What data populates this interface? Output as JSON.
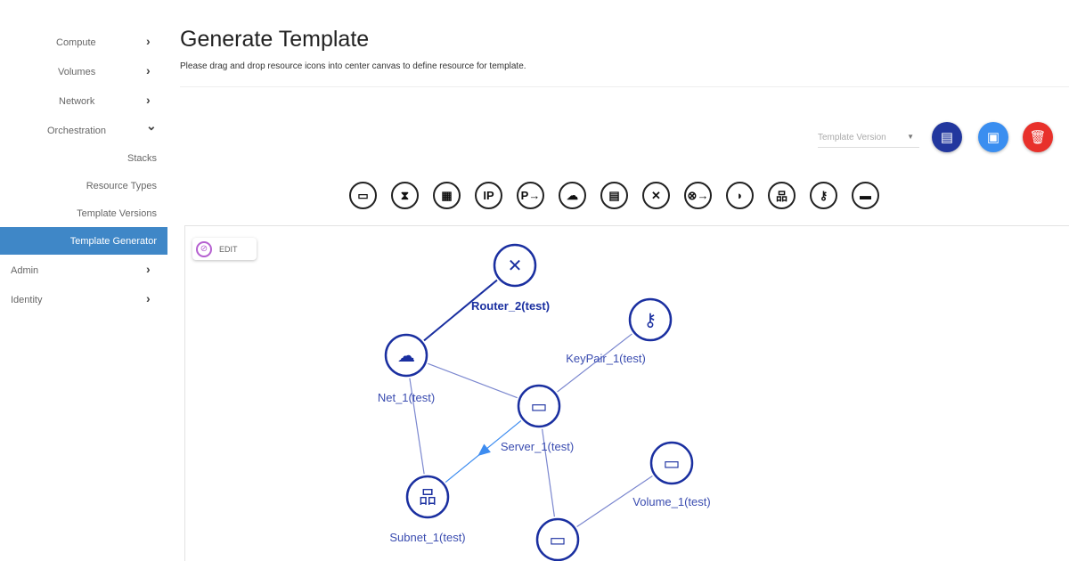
{
  "sidebar": {
    "items": [
      {
        "label": "Compute",
        "chevron": "›"
      },
      {
        "label": "Volumes",
        "chevron": "›"
      },
      {
        "label": "Network",
        "chevron": "›"
      },
      {
        "label": "Orchestration",
        "chevron": "⌄"
      }
    ],
    "sub_items": [
      "Stacks",
      "Resource Types",
      "Template Versions",
      "Template Generator"
    ],
    "bottom_items": [
      {
        "label": "Admin",
        "chevron": "›"
      },
      {
        "label": "Identity",
        "chevron": "›"
      }
    ]
  },
  "header": {
    "title": "Generate Template",
    "subtitle": "Please drag and drop resource icons into center canvas to define resource for template."
  },
  "actions": {
    "version_placeholder": "Template Version",
    "caret": "▼",
    "colors": {
      "view": "#22379e",
      "save": "#3a8ef0",
      "delete": "#e8312b"
    }
  },
  "toolbar": {
    "icons": [
      {
        "name": "volume-icon",
        "glyph": "▭"
      },
      {
        "name": "volume-attachment-icon",
        "glyph": "⧗"
      },
      {
        "name": "port-icon",
        "glyph": "▦"
      },
      {
        "name": "floating-ip-icon",
        "glyph": "IP"
      },
      {
        "name": "floating-ip-association-icon",
        "glyph": "P→"
      },
      {
        "name": "network-icon",
        "glyph": "☁"
      },
      {
        "name": "router-interface-icon",
        "glyph": "▤"
      },
      {
        "name": "router-icon",
        "glyph": "✕"
      },
      {
        "name": "router-gateway-icon",
        "glyph": "⊗→"
      },
      {
        "name": "security-group-icon",
        "glyph": "◗"
      },
      {
        "name": "subnet-icon",
        "glyph": "品"
      },
      {
        "name": "keypair-icon",
        "glyph": "⚷"
      },
      {
        "name": "server-icon",
        "glyph": "▬"
      }
    ]
  },
  "canvas": {
    "edit_label": "EDIT",
    "nodes": [
      {
        "id": "router",
        "label": "Router_2(test)",
        "glyph": "✕"
      },
      {
        "id": "net",
        "label": "Net_1(test)",
        "glyph": "☁"
      },
      {
        "id": "keypair",
        "label": "KeyPair_1(test)",
        "glyph": "⚷"
      },
      {
        "id": "server",
        "label": "Server_1(test)",
        "glyph": "▭"
      },
      {
        "id": "subnet",
        "label": "Subnet_1(test)",
        "glyph": "品"
      },
      {
        "id": "volume",
        "label": "Volume_1(test)",
        "glyph": "▭"
      },
      {
        "id": "attach",
        "label": "",
        "glyph": "▭"
      }
    ],
    "edges": [
      [
        "router",
        "net"
      ],
      [
        "net",
        "server"
      ],
      [
        "keypair",
        "server"
      ],
      [
        "net",
        "subnet"
      ],
      [
        "server",
        "subnet"
      ],
      [
        "server",
        "attach"
      ],
      [
        "volume",
        "attach"
      ]
    ],
    "colors": {
      "node": "#1a2fa0",
      "edge": "#7b87cf",
      "arrow": "#3d8cf0"
    }
  }
}
